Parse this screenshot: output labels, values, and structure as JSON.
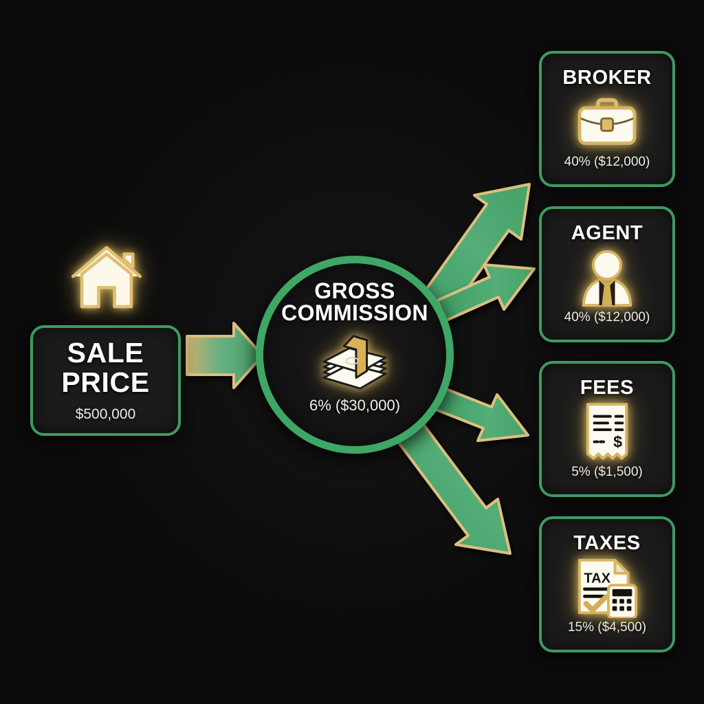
{
  "theme": {
    "background": "#0b0b0b",
    "card_bg": "#1b1b1b",
    "accent_green": "#3d9b60",
    "arrow_green": "#4aa96f",
    "arrow_gold": "#e2c887",
    "icon_cream": "#fdf8e8",
    "text_white": "#ffffff"
  },
  "diagram": {
    "type": "flow",
    "source": {
      "icon": "house-icon",
      "title": "SALE PRICE",
      "title_lines": [
        "SALE",
        "PRICE"
      ],
      "value": "$500,000"
    },
    "hub": {
      "icon": "money-stack-icon",
      "title": "GROSS COMMISSION",
      "title_lines": [
        "GROSS",
        "COMMISSION"
      ],
      "value": "6% ($30,000)"
    },
    "outputs": [
      {
        "id": "broker",
        "title": "BROKER",
        "icon": "briefcase-icon",
        "value": "40% ($12,000)",
        "percent": 40,
        "amount": 12000
      },
      {
        "id": "agent",
        "title": "AGENT",
        "icon": "business-person-icon",
        "value": "40% ($12,000)",
        "percent": 40,
        "amount": 12000
      },
      {
        "id": "fees",
        "title": "FEES",
        "icon": "receipt-icon",
        "value": "5% ($1,500)",
        "percent": 5,
        "amount": 1500
      },
      {
        "id": "taxes",
        "title": "TAXES",
        "icon": "tax-document-icon",
        "value": "15% ($4,500)",
        "percent": 15,
        "amount": 4500,
        "icon_label": "TAX"
      }
    ],
    "connectors": [
      {
        "id": "sale-to-hub",
        "from": "sale-price",
        "to": "gross-commission"
      },
      {
        "id": "hub-to-broker",
        "from": "gross-commission",
        "to": "broker"
      },
      {
        "id": "hub-to-agent",
        "from": "gross-commission",
        "to": "agent"
      },
      {
        "id": "hub-to-fees",
        "from": "gross-commission",
        "to": "fees"
      },
      {
        "id": "hub-to-taxes",
        "from": "gross-commission",
        "to": "taxes"
      }
    ]
  }
}
